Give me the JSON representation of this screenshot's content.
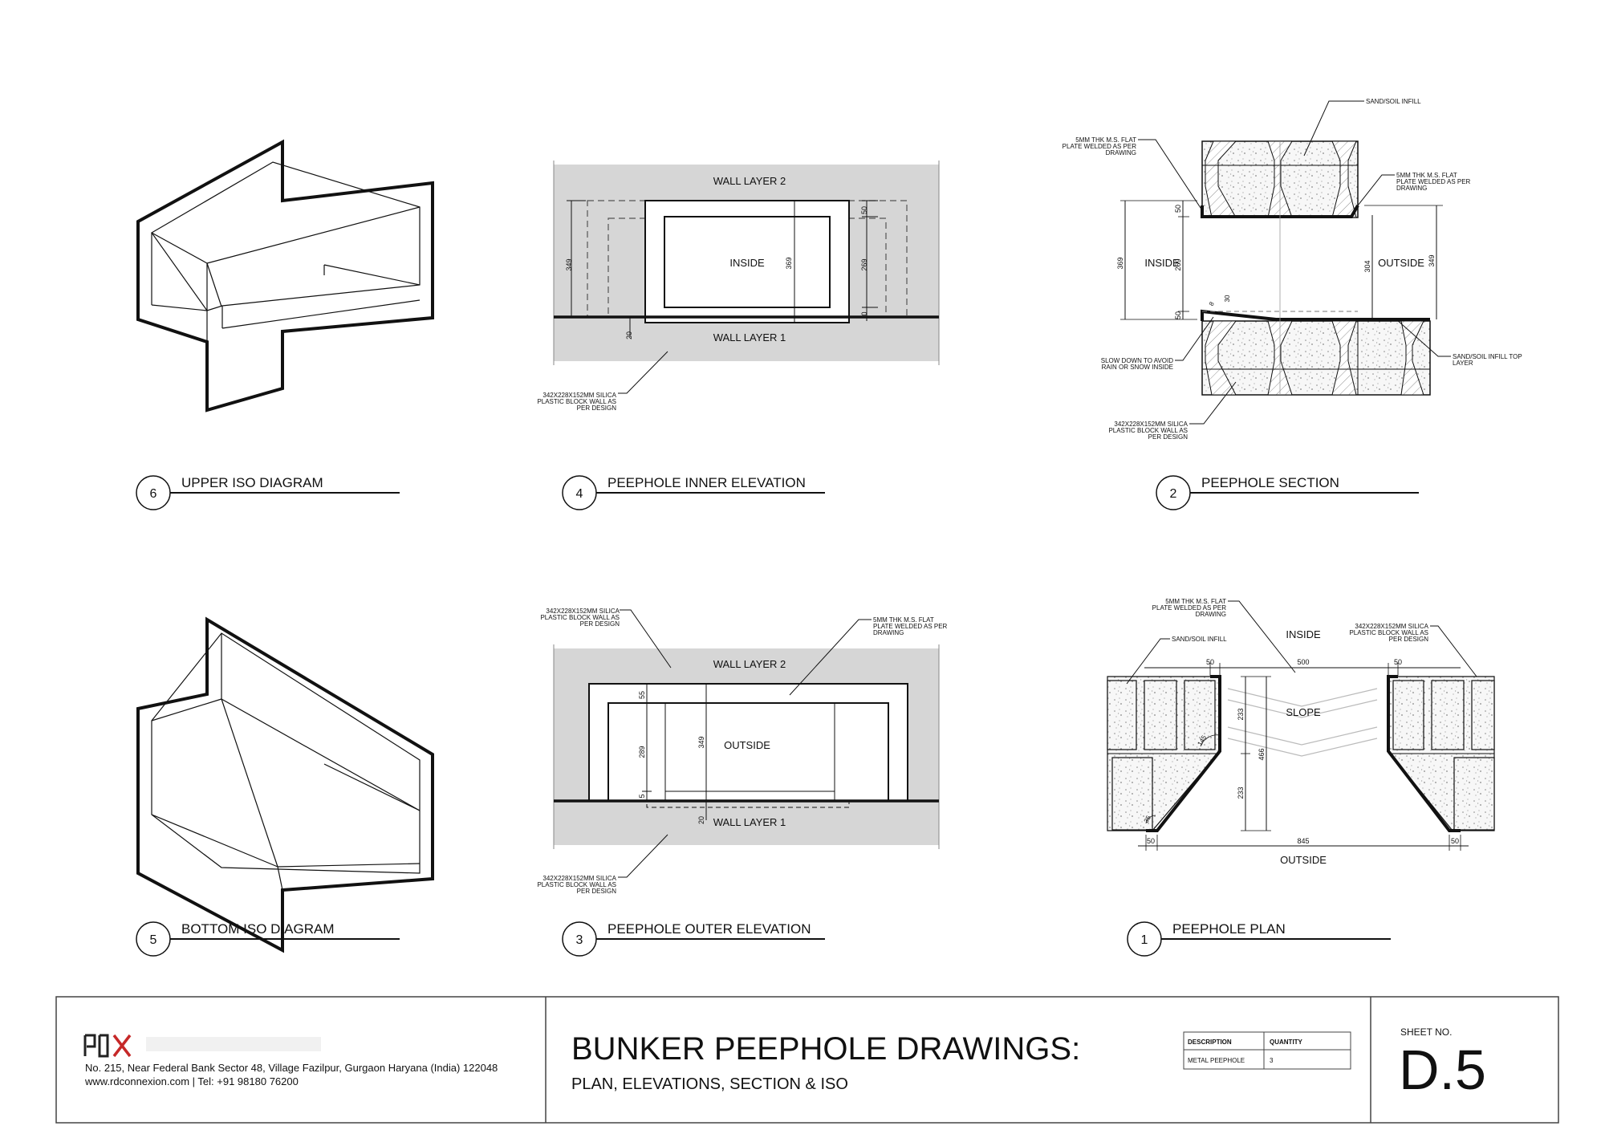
{
  "views": [
    {
      "number": "6",
      "title": "UPPER ISO DIAGRAM"
    },
    {
      "number": "4",
      "title": "PEEPHOLE INNER ELEVATION"
    },
    {
      "number": "2",
      "title": "PEEPHOLE SECTION"
    },
    {
      "number": "5",
      "title": "BOTTOM ISO DIAGRAM"
    },
    {
      "number": "3",
      "title": "PEEPHOLE OUTER ELEVATION"
    },
    {
      "number": "1",
      "title": "PEEPHOLE PLAN"
    }
  ],
  "inner_elevation": {
    "wall_layer_2": "WALL LAYER 2",
    "wall_layer_1": "WALL LAYER 1",
    "center_label": "INSIDE",
    "dims": {
      "left": "349",
      "center": "369",
      "right_top": "50",
      "right": "269",
      "right_bottom": "0",
      "bottom": "20"
    },
    "note": [
      "342X228X152MM SILICA",
      "PLASTIC BLOCK WALL AS",
      "PER DESIGN"
    ]
  },
  "outer_elevation": {
    "wall_layer_2": "WALL LAYER 2",
    "wall_layer_1": "WALL LAYER 1",
    "center_label": "OUTSIDE",
    "dims": {
      "top": "55",
      "left": "289",
      "bottom_small": "5",
      "center": "349",
      "bottom": "20"
    },
    "note_top": [
      "342X228X152MM SILICA",
      "PLASTIC BLOCK WALL AS",
      "PER DESIGN"
    ],
    "note_right": [
      "5MM THK M.S. FLAT",
      "PLATE WELDED AS PER",
      "DRAWING"
    ],
    "note_bottom": [
      "342X228X152MM SILICA",
      "PLASTIC BLOCK WALL AS",
      "PER DESIGN"
    ]
  },
  "section": {
    "inside": "INSIDE",
    "outside": "OUTSIDE",
    "dims": {
      "left_outer": "369",
      "left_top": "50",
      "left_mid": "269",
      "left_bottom": "50",
      "right_mid": "304",
      "right_outer": "349",
      "slope_a": "30",
      "slope_b": "8"
    },
    "note_top": "SAND/SOIL INFILL",
    "note_left": [
      "5MM THK M.S. FLAT",
      "PLATE WELDED AS PER",
      "DRAWING"
    ],
    "note_right": [
      "5MM THK M.S. FLAT",
      "PLATE WELDED AS PER",
      "DRAWING"
    ],
    "note_slope": [
      "SLOW DOWN TO AVOID",
      "RAIN OR SNOW INSIDE"
    ],
    "note_infill_top": [
      "SAND/SOIL INFILL TOP",
      "LAYER"
    ],
    "note_block": [
      "342X228X152MM SILICA",
      "PLASTIC BLOCK WALL AS",
      "PER DESIGN"
    ]
  },
  "plan": {
    "inside": "INSIDE",
    "outside": "OUTSIDE",
    "slope": "SLOPE",
    "dims": {
      "top_left": "50",
      "top_mid": "500",
      "top_right": "50",
      "h_top": "233",
      "h_total": "466",
      "h_bottom": "233",
      "bottom_left": "50",
      "bottom_mid": "845",
      "bottom_right": "50",
      "angle": "145",
      "angle_b": "35"
    },
    "note_plate": [
      "5MM THK M.S. FLAT",
      "PLATE WELDED AS PER",
      "DRAWING"
    ],
    "note_infill": "SAND/SOIL INFILL",
    "note_block": [
      "342X228X152MM SILICA",
      "PLASTIC BLOCK WALL AS",
      "PER DESIGN"
    ]
  },
  "title_block": {
    "logo_text": "RDX",
    "address": "No. 215, Near Federal Bank Sector 48, Village Fazilpur, Gurgaon Haryana (India) 122048",
    "contact": "www.rdconnexion.com | Tel: +91 98180 76200",
    "title": "BUNKER PEEPHOLE  DRAWINGS:",
    "subtitle": "PLAN, ELEVATIONS, SECTION & ISO",
    "table_headers": [
      "DESCRIPTION",
      "QUANTITY"
    ],
    "table_row": [
      "METAL PEEPHOLE",
      "3"
    ],
    "sheet_label": "SHEET NO.",
    "sheet_no": "D.5"
  }
}
